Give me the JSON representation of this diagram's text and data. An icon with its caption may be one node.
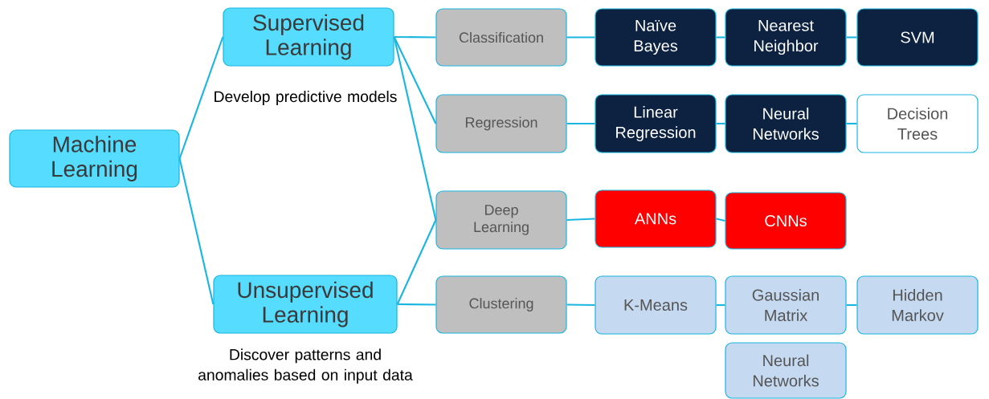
{
  "diagram": {
    "nodes": [
      {
        "text": [
          "Machine Learning"
        ]
      },
      {
        "text": [
          "Supervised Learning"
        ],
        "beside": [
          "Develop predictive models"
        ]
      },
      {
        "text": [
          "Unsupervised Learning"
        ],
        "beside": [
          "Discover patterns and anomalies based on input data"
        ]
      },
      {
        "text": [
          "Classification"
        ]
      },
      {
        "text": [
          "Naïve Bayes"
        ]
      },
      {
        "text": [
          "Nearest Neighbor"
        ]
      },
      {
        "text": [
          "SVM"
        ]
      },
      {
        "text": [
          "Regression"
        ]
      },
      {
        "text": [
          "Linear Regression"
        ]
      },
      {
        "text": [
          "Neural Networks"
        ]
      },
      {
        "text": [
          "Decision Trees"
        ]
      },
      {
        "text": [
          "Deep Learning"
        ]
      },
      {
        "text": [
          "ANNs"
        ]
      },
      {
        "text": [
          "CNNs"
        ]
      },
      {
        "text": [
          "Clustering"
        ]
      },
      {
        "text": [
          "K-Means"
        ]
      },
      {
        "text": [
          "Gaussian Matrix"
        ]
      },
      {
        "text": [
          "Hidden Markov"
        ]
      },
      {
        "text": [
          "Neural Networks"
        ]
      }
    ],
    "edges": [
      {
        "from": 0,
        "to": 1,
        "arrow": "none"
      },
      {
        "from": 0,
        "to": 2,
        "arrow": "none"
      },
      {
        "from": 1,
        "to": 3,
        "arrow": "none"
      },
      {
        "from": 1,
        "to": 7,
        "arrow": "none"
      },
      {
        "from": 1,
        "to": 11,
        "arrow": "none"
      },
      {
        "from": 2,
        "to": 11,
        "arrow": "none"
      },
      {
        "from": 2,
        "to": 14,
        "arrow": "none"
      },
      {
        "from": 3,
        "to": 4,
        "arrow": "none"
      },
      {
        "from": 4,
        "to": 5,
        "arrow": "none"
      },
      {
        "from": 5,
        "to": 6,
        "arrow": "none"
      },
      {
        "from": 7,
        "to": 8,
        "arrow": "none"
      },
      {
        "from": 8,
        "to": 9,
        "arrow": "none"
      },
      {
        "from": 9,
        "to": 10,
        "arrow": "none"
      },
      {
        "from": 11,
        "to": 12,
        "arrow": "none"
      },
      {
        "from": 12,
        "to": 13,
        "arrow": "none"
      },
      {
        "from": 14,
        "to": 15,
        "arrow": "none"
      },
      {
        "from": 15,
        "to": 16,
        "arrow": "none"
      },
      {
        "from": 16,
        "to": 17,
        "arrow": "none"
      }
    ]
  }
}
